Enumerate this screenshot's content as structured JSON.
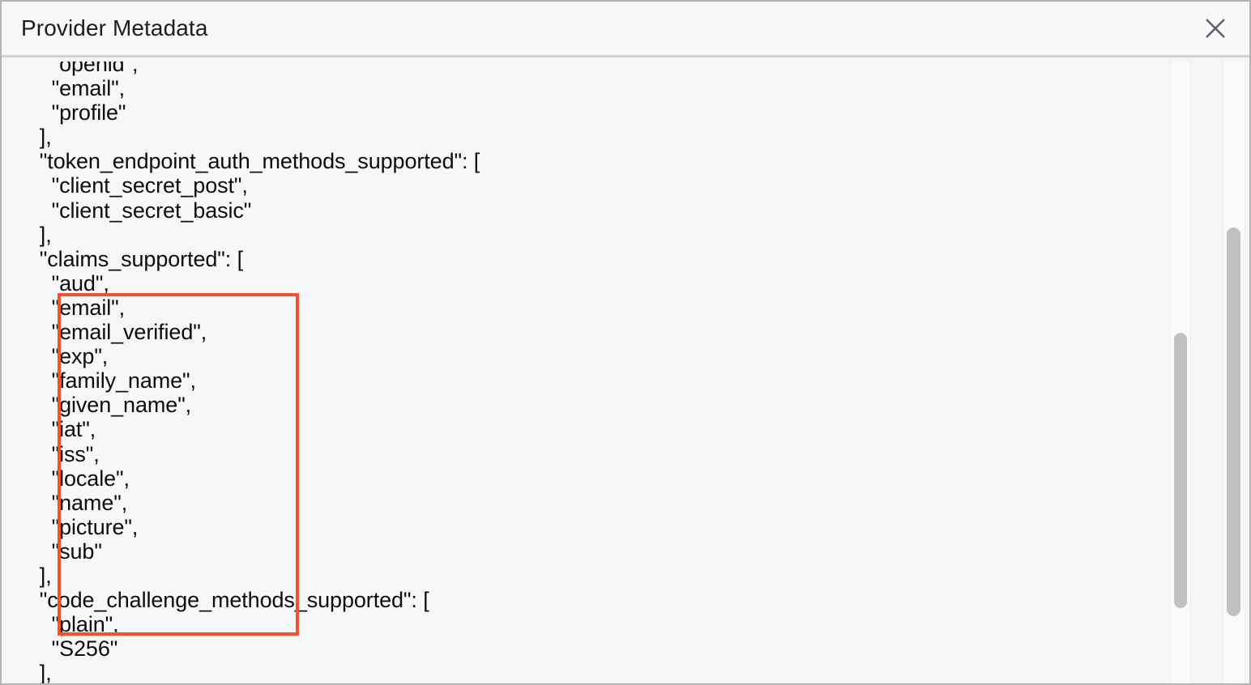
{
  "dialog": {
    "title": "Provider Metadata",
    "close_label": "×",
    "close_icon": "close-icon"
  },
  "content": {
    "language": "json",
    "clipped_top_line": "  \"openid\",",
    "json_text": "    \"openid\",\n    \"email\",\n    \"profile\"\n  ],\n  \"token_endpoint_auth_methods_supported\": [\n    \"client_secret_post\",\n    \"client_secret_basic\"\n  ],\n  \"claims_supported\": [\n    \"aud\",\n    \"email\",\n    \"email_verified\",\n    \"exp\",\n    \"family_name\",\n    \"given_name\",\n    \"iat\",\n    \"iss\",\n    \"locale\",\n    \"name\",\n    \"picture\",\n    \"sub\"\n  ],\n  \"code_challenge_methods_supported\": [\n    \"plain\",\n    \"S256\"\n  ],",
    "visible_lines": [
      "    \"openid\",",
      "    \"email\",",
      "    \"profile\"",
      "  ],",
      "  \"token_endpoint_auth_methods_supported\": [",
      "    \"client_secret_post\",",
      "    \"client_secret_basic\"",
      "  ],",
      "  \"claims_supported\": [",
      "    \"aud\",",
      "    \"email\",",
      "    \"email_verified\",",
      "    \"exp\",",
      "    \"family_name\",",
      "    \"given_name\",",
      "    \"iat\",",
      "    \"iss\",",
      "    \"locale\",",
      "    \"name\",",
      "    \"picture\",",
      "    \"sub\"",
      "  ],",
      "  \"code_challenge_methods_supported\": [",
      "    \"plain\",",
      "    \"S256\"",
      "  ],"
    ],
    "highlighted_key": "claims_supported",
    "highlighted_values": [
      "aud",
      "email",
      "email_verified",
      "exp",
      "family_name",
      "given_name",
      "iat",
      "iss",
      "locale",
      "name",
      "picture",
      "sub"
    ]
  },
  "annotation": {
    "color": "#f4512c",
    "shape": "rectangle",
    "target": "claims_supported"
  },
  "scrollbars": {
    "inner": {
      "name": "textarea-scrollbar",
      "orientation": "vertical"
    },
    "outer": {
      "name": "dialog-scrollbar",
      "orientation": "vertical"
    }
  },
  "resize": {
    "name": "resize-grip",
    "direction": "nwse"
  },
  "colors": {
    "header_bg": "#f7f8fa",
    "body_bg": "#f4f5f7",
    "text": "#0d0d0d",
    "border": "#b4b4b4",
    "scroll_thumb": "#c1c1c1",
    "accent": "#f4512c"
  }
}
